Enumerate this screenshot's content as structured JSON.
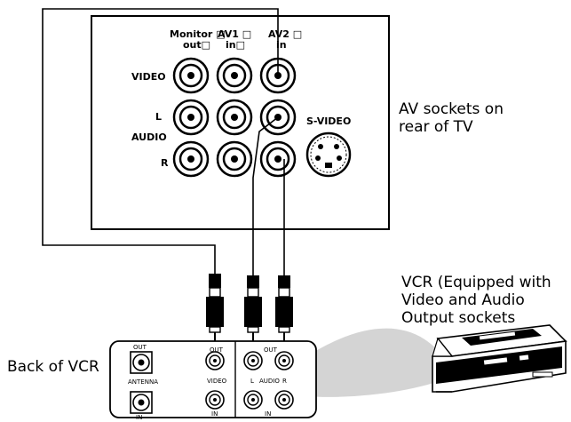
{
  "tv_panel": {
    "header_monitor": "Monitor",
    "header_monitor_out": "out",
    "header_av1": "AV1",
    "header_av1_in": "in",
    "header_av2": "AV2",
    "header_av2_in": "in",
    "box_glyph": "□",
    "label_video": "VIDEO",
    "label_l": "L",
    "label_audio": "AUDIO",
    "label_r": "R",
    "label_svideo": "S-VIDEO"
  },
  "captions": {
    "tv_line1": "AV sockets on",
    "tv_line2": "rear of TV",
    "vcr_line1": "VCR (Equipped with",
    "vcr_line2": "Video and Audio",
    "vcr_line3": "Output sockets",
    "vcr_back": "Back of VCR"
  },
  "vcr_panel": {
    "out_left": "OUT",
    "antenna": "ANTENNA",
    "in_left": "IN",
    "out_video": "OUT",
    "video": "VIDEO",
    "in_video": "IN",
    "out_audio": "OUT",
    "audio_l": "L",
    "audio": "AUDIO",
    "audio_r": "R",
    "in_audio": "IN"
  }
}
